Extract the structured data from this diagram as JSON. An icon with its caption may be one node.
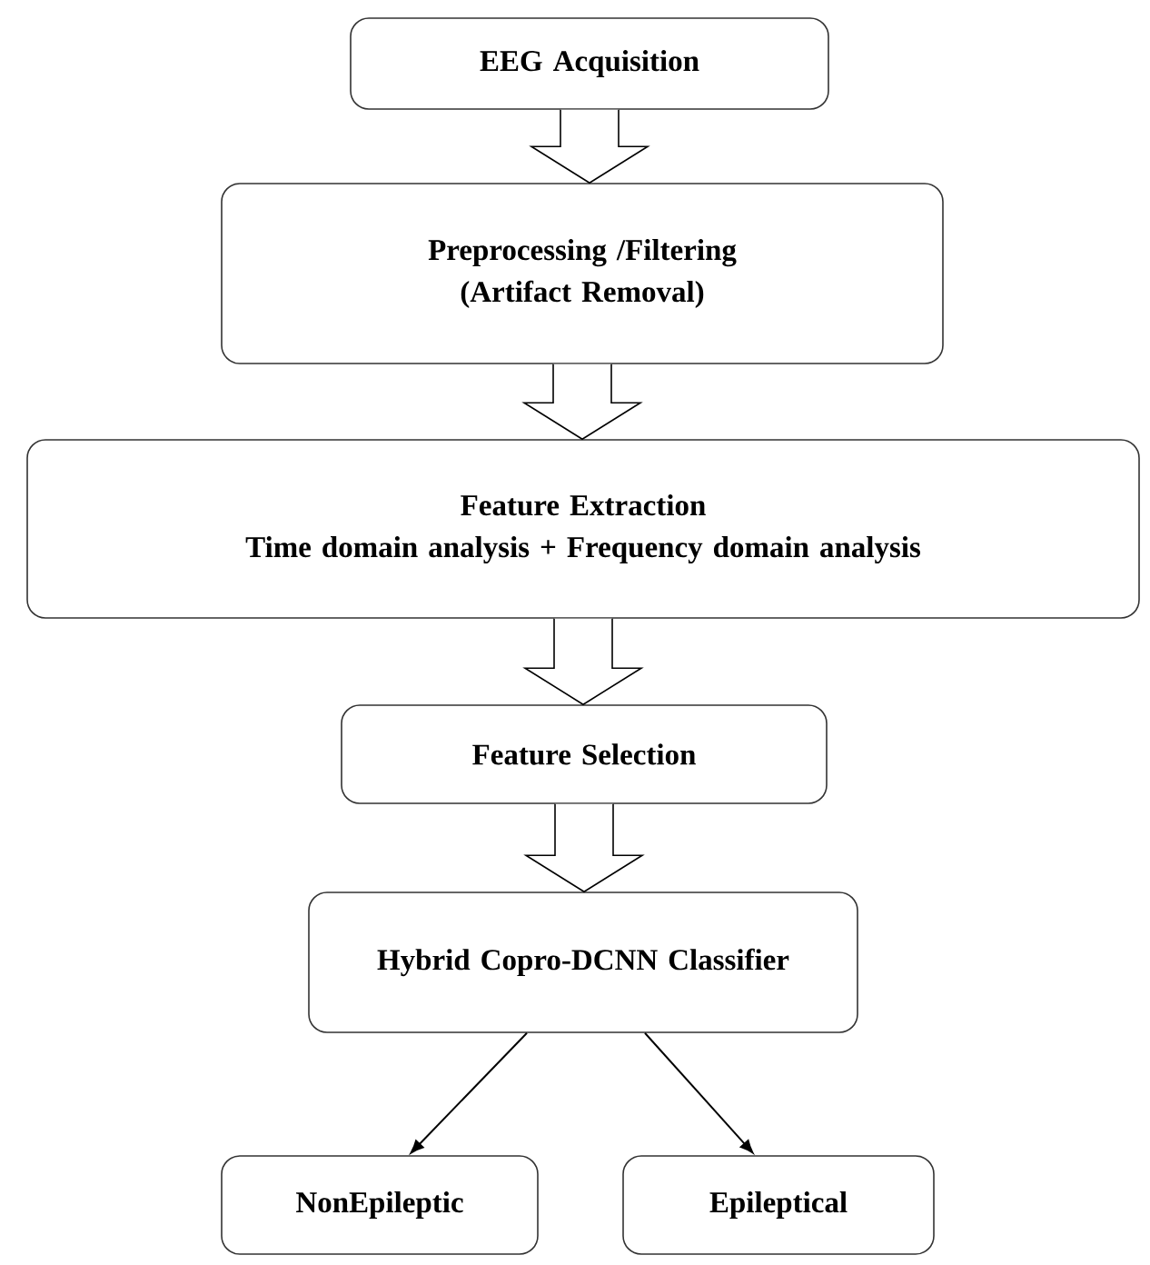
{
  "diagram": {
    "nodes": [
      {
        "text": [
          "EEG Acquisition"
        ]
      },
      {
        "text": [
          "Preprocessing /Filtering (Artifact Removal)"
        ]
      },
      {
        "text": [
          "Feature Extraction",
          "Time domain analysis +  Frequency domain analysis"
        ]
      },
      {
        "text": [
          "Feature Selection"
        ]
      },
      {
        "text": [
          "Hybrid Copro-DCNN Classifier"
        ]
      },
      {
        "text": [
          "NonEpileptic"
        ]
      },
      {
        "text": [
          "Epileptical"
        ]
      }
    ],
    "edges": [
      {
        "from": 0,
        "to": 1,
        "arrow": "to"
      },
      {
        "from": 1,
        "to": 2,
        "arrow": "to"
      },
      {
        "from": 2,
        "to": 3,
        "arrow": "to"
      },
      {
        "from": 3,
        "to": 4,
        "arrow": "to"
      },
      {
        "from": 4,
        "to": 5,
        "arrow": "to"
      },
      {
        "from": 4,
        "to": 6,
        "arrow": "to"
      }
    ]
  }
}
